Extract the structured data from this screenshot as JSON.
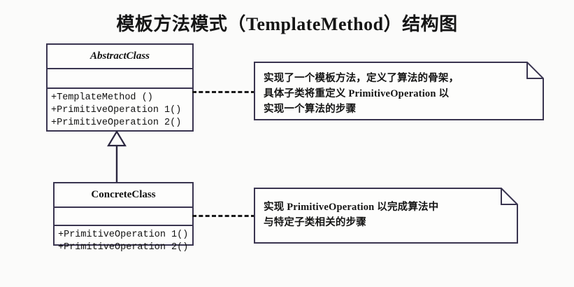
{
  "diagram": {
    "title": "模板方法模式（TemplateMethod）结构图",
    "background_color": "#fbfbfa",
    "line_color": "#3a3550"
  },
  "classes": [
    {
      "key": "abstract_class",
      "name": "AbstractClass",
      "stereotype": "abstract",
      "attributes": [],
      "operations": [
        "+TemplateMethod ()",
        "+PrimitiveOperation 1()",
        "+PrimitiveOperation 2()"
      ]
    },
    {
      "key": "concrete_class",
      "name": "ConcreteClass",
      "stereotype": "concrete",
      "attributes": [],
      "operations": [
        "+PrimitiveOperation 1()",
        "+PrimitiveOperation 2()"
      ]
    }
  ],
  "notes": [
    {
      "key": "note_abstract",
      "text": "实现了一个模板方法，定义了算法的骨架，\n具体子类将重定义 PrimitiveOperation 以\n实现一个算法的步骤",
      "attached_to": "AbstractClass"
    },
    {
      "key": "note_concrete",
      "text": "实现 PrimitiveOperation 以完成算法中\n与特定子类相关的步骤",
      "attached_to": "ConcreteClass"
    }
  ],
  "relationships": [
    {
      "key": "generalization",
      "type": "generalization",
      "from": "ConcreteClass",
      "to": "AbstractClass",
      "arrow": "hollow-triangle"
    },
    {
      "key": "note_anchor_abstract",
      "type": "note-anchor",
      "style": "dashed",
      "from": "AbstractClass",
      "to": "note_abstract"
    },
    {
      "key": "note_anchor_concrete",
      "type": "note-anchor",
      "style": "dashed",
      "from": "ConcreteClass",
      "to": "note_concrete"
    }
  ]
}
